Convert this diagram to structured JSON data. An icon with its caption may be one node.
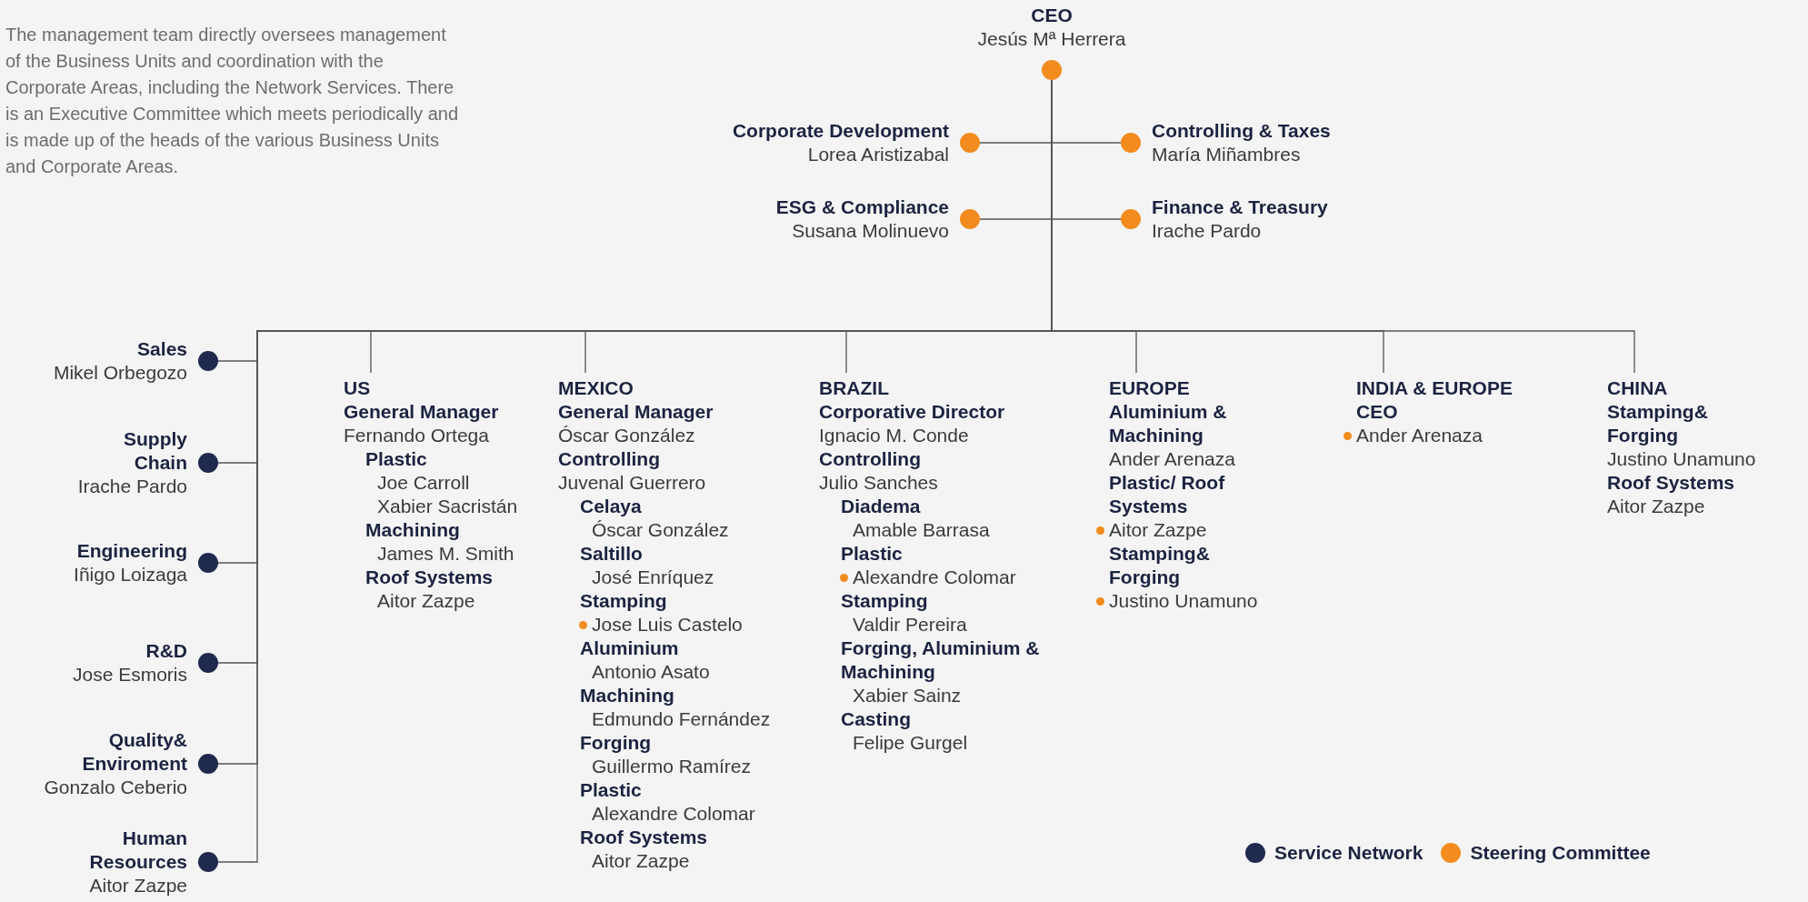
{
  "diagram": {
    "nodes": [
      {
        "text": [
          "CEO",
          "Jesús Mª Herrera"
        ]
      },
      {
        "text": [
          "Corporate Development",
          "Lorea Aristizabal"
        ]
      },
      {
        "text": [
          "Controlling & Taxes",
          "María Miñambres"
        ]
      },
      {
        "text": [
          "ESG & Compliance",
          "Susana Molinuevo"
        ]
      },
      {
        "text": [
          "Finance & Treasury",
          "Irache Pardo"
        ]
      },
      {
        "text": [
          "Sales",
          "Mikel Orbegozo"
        ]
      },
      {
        "text": [
          "Supply Chain",
          "Irache Pardo"
        ]
      },
      {
        "text": [
          "Engineering",
          "Iñigo Loizaga"
        ]
      },
      {
        "text": [
          "R&D",
          "Jose Esmoris"
        ]
      },
      {
        "text": [
          "Quality& Enviroment",
          "Gonzalo Ceberio"
        ]
      },
      {
        "text": [
          "Human Resources",
          "Aitor Zazpe"
        ]
      },
      {
        "text": [
          "US"
        ]
      },
      {
        "text": [
          "General Manager",
          "Fernando Ortega"
        ],
        "in": 11
      },
      {
        "text": [
          "Plastic",
          "Joe Carroll",
          "Xabier Sacristán"
        ],
        "in": 11
      },
      {
        "text": [
          "Machining",
          "James M. Smith"
        ],
        "in": 11
      },
      {
        "text": [
          "Roof Systems",
          "Aitor Zazpe"
        ],
        "in": 11
      },
      {
        "text": [
          "MEXICO"
        ]
      },
      {
        "text": [
          "General Manager",
          "Óscar González"
        ],
        "in": 16
      },
      {
        "text": [
          "Controlling",
          "Juvenal Guerrero"
        ],
        "in": 16
      },
      {
        "text": [
          "Celaya",
          "Óscar González"
        ],
        "in": 16
      },
      {
        "text": [
          "Saltillo",
          "José Enríquez"
        ],
        "in": 16
      },
      {
        "text": [
          "Stamping",
          "Jose Luis Castelo"
        ],
        "in": 16
      },
      {
        "text": [
          "Aluminium",
          "Antonio Asato"
        ],
        "in": 16
      },
      {
        "text": [
          "Machining",
          "Edmundo Fernández"
        ],
        "in": 16
      },
      {
        "text": [
          "Forging",
          "Guillermo Ramírez"
        ],
        "in": 16
      },
      {
        "text": [
          "Plastic",
          "Alexandre Colomar"
        ],
        "in": 16
      },
      {
        "text": [
          "Roof Systems",
          "Aitor Zazpe"
        ],
        "in": 16
      },
      {
        "text": [
          "BRAZIL"
        ]
      },
      {
        "text": [
          "Corporative Director",
          "Ignacio M. Conde"
        ],
        "in": 27
      },
      {
        "text": [
          "Controlling",
          "Julio Sanches"
        ],
        "in": 27
      },
      {
        "text": [
          "Diadema",
          "Amable Barrasa"
        ],
        "in": 27
      },
      {
        "text": [
          "Plastic",
          "Alexandre Colomar"
        ],
        "in": 27
      },
      {
        "text": [
          "Stamping",
          "Valdir Pereira"
        ],
        "in": 27
      },
      {
        "text": [
          "Forging, Aluminium & Machining",
          "Xabier Sainz"
        ],
        "in": 27
      },
      {
        "text": [
          "Casting",
          "Felipe Gurgel"
        ],
        "in": 27
      },
      {
        "text": [
          "EUROPE"
        ]
      },
      {
        "text": [
          "Aluminium & Machining",
          "Ander Arenaza"
        ],
        "in": 35
      },
      {
        "text": [
          "Plastic/ Roof Systems",
          "Aitor Zazpe"
        ],
        "in": 35
      },
      {
        "text": [
          "Stamping& Forging",
          "Justino Unamuno"
        ],
        "in": 35
      },
      {
        "text": [
          "INDIA & EUROPE"
        ]
      },
      {
        "text": [
          "CEO",
          "Ander Arenaza"
        ],
        "in": 39
      },
      {
        "text": [
          "CHINA"
        ]
      },
      {
        "text": [
          "Stamping& Forging",
          "Justino Unamuno"
        ],
        "in": 41
      },
      {
        "text": [
          "Roof Systems",
          "Aitor Zazpe"
        ],
        "in": 41
      }
    ],
    "edges": [
      {
        "from": 0,
        "to": 1,
        "arrow": "none"
      },
      {
        "from": 0,
        "to": 2,
        "arrow": "none"
      },
      {
        "from": 0,
        "to": 3,
        "arrow": "none"
      },
      {
        "from": 0,
        "to": 4,
        "arrow": "none"
      },
      {
        "from": 0,
        "to": 5,
        "arrow": "none"
      },
      {
        "from": 0,
        "to": 6,
        "arrow": "none"
      },
      {
        "from": 0,
        "to": 7,
        "arrow": "none"
      },
      {
        "from": 0,
        "to": 8,
        "arrow": "none"
      },
      {
        "from": 0,
        "to": 9,
        "arrow": "none"
      },
      {
        "from": 0,
        "to": 10,
        "arrow": "none"
      },
      {
        "from": 0,
        "to": 11,
        "arrow": "none"
      },
      {
        "from": 0,
        "to": 16,
        "arrow": "none"
      },
      {
        "from": 0,
        "to": 27,
        "arrow": "none"
      },
      {
        "from": 0,
        "to": 35,
        "arrow": "none"
      },
      {
        "from": 0,
        "to": 39,
        "arrow": "none"
      },
      {
        "from": 0,
        "to": 41,
        "arrow": "none"
      }
    ],
    "labels": [
      "The management team directly oversees management of the Business Units and coordination with the Corporate Areas, including the Network Services. There is an Executive Committee which meets periodically and is made up of the heads of the various Business Units and Corporate Areas."
    ],
    "legend": [
      {
        "text": "Service Network",
        "color": "#1f2a4e"
      },
      {
        "text": "Steering Committee",
        "color": "#f28c1e"
      }
    ]
  }
}
